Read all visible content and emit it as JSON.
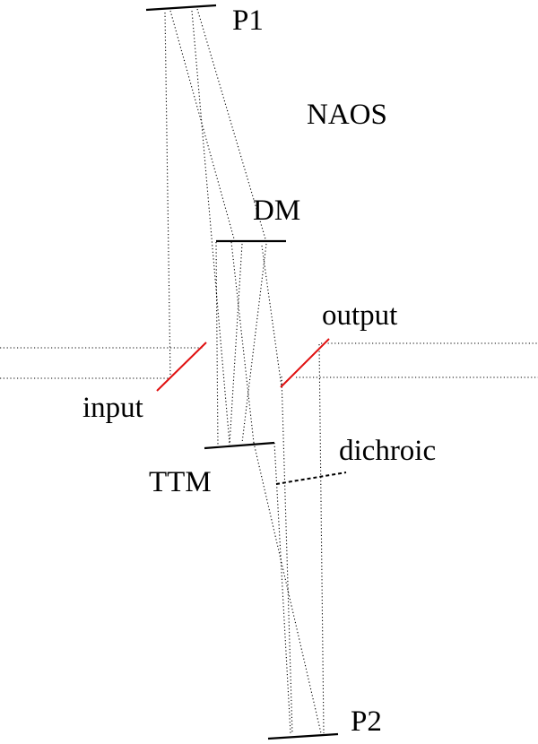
{
  "labels": {
    "p1": "P1",
    "naos": "NAOS",
    "dm": "DM",
    "output": "output",
    "input": "input",
    "dichroic": "dichroic",
    "ttm": "TTM",
    "p2": "P2"
  },
  "colors": {
    "input_output_mirror": "#e01010",
    "mirror": "#000000",
    "beam": "#000000"
  }
}
